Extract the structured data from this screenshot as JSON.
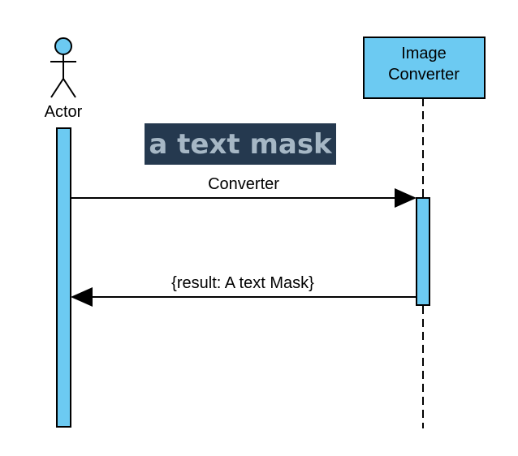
{
  "diagram": {
    "type": "sequence",
    "actor": {
      "label": "Actor"
    },
    "participant": {
      "line1": "Image",
      "line2": "Converter"
    },
    "image_text": "a text mask",
    "messages": [
      {
        "label": "Converter",
        "from": "Actor",
        "to": "Image Converter",
        "style": "solid"
      },
      {
        "label": "{result: A text Mask}",
        "from": "Image Converter",
        "to": "Actor",
        "style": "solid"
      }
    ]
  },
  "colors": {
    "lifeline_fill": "#6ccaf2",
    "participant_fill": "#6ccaf2",
    "actor_head_fill": "#6ccaf2",
    "stroke": "#000000",
    "mask_bg": "#25394f",
    "mask_text": "#a6b7c5"
  }
}
